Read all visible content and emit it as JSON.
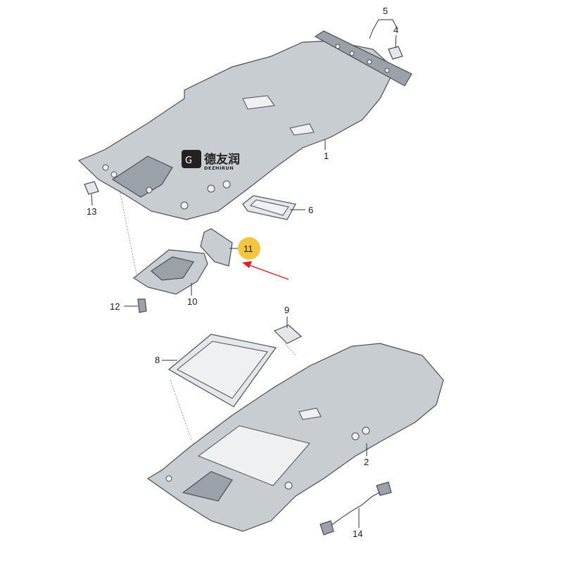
{
  "watermark": {
    "chinese": "德友润",
    "latin": "DEZHIRUN"
  },
  "callouts": {
    "c1": "1",
    "c2": "2",
    "c4": "4",
    "c5": "5",
    "c6": "6",
    "c8": "8",
    "c9": "9",
    "c10": "10",
    "c11": "11",
    "c12": "12",
    "c13": "13",
    "c14": "14"
  },
  "colors": {
    "highlight": "#f5c542",
    "arrow": "#e02020",
    "part_fill": "#c8cdd2"
  }
}
